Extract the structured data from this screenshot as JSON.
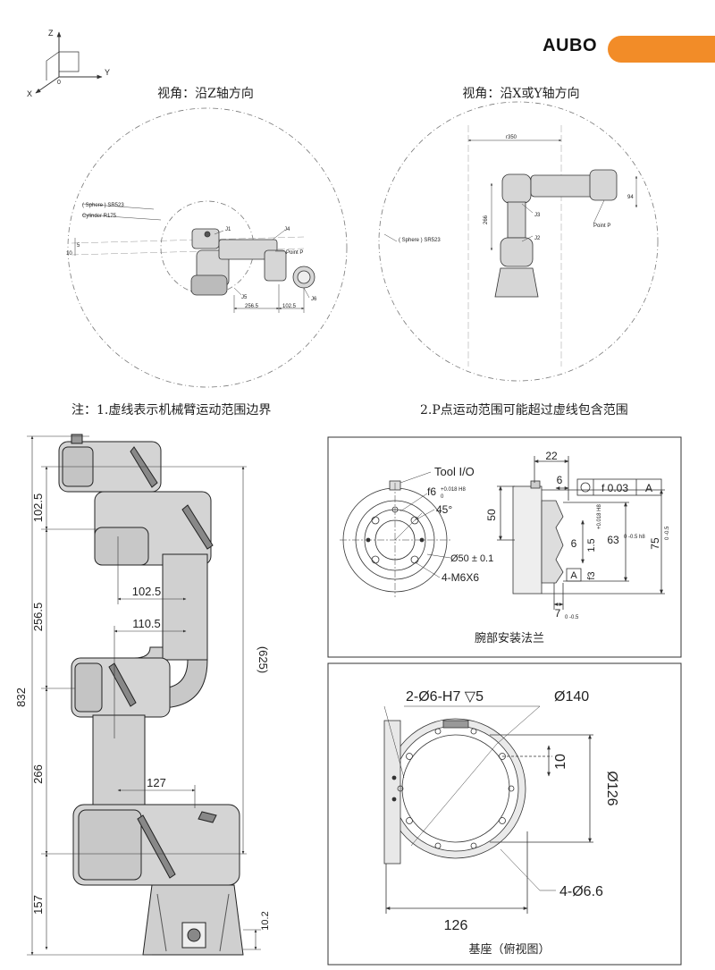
{
  "brand": {
    "name": "AUBO",
    "color": "#F28C28"
  },
  "axes_icon": {
    "z": "Z",
    "y": "Y",
    "x": "X",
    "origin": "0"
  },
  "top_views": {
    "left_caption": "视角：沿Z轴方向",
    "right_caption": "视角：沿X或Y轴方向",
    "left_labels": {
      "sphere": "( Sphere ) SR523",
      "cylinder": "Cylinder R175",
      "j1": "J1",
      "j4": "J4",
      "j5": "J5",
      "j6": "J6",
      "point_p": "Point P",
      "dim_5": "5",
      "dim_10": "10",
      "dim_256_5": "256.5",
      "dim_102_5": "102.5"
    },
    "right_labels": {
      "r350": "r350",
      "j3": "J3",
      "j2": "J2",
      "point_p": "Point P",
      "dim_94": "94",
      "dim_266": "266",
      "sphere": "( Sphere ) SR523"
    }
  },
  "notes": {
    "note1": "注：1.虚线表示机械臂运动范围边界",
    "note2": "2.P点运动范围可能超过虚线包含范围"
  },
  "side_view": {
    "dim_102_5_v": "102.5",
    "dim_256_5": "256.5",
    "dim_832": "832",
    "dim_266": "266",
    "dim_157": "157",
    "dim_625": "(625)",
    "dim_102_5_h": "102.5",
    "dim_110_5": "110.5",
    "dim_127": "127",
    "dim_10_2": "10.2"
  },
  "flange": {
    "caption": "腕部安装法兰",
    "tool_io": "Tool I/O",
    "f6": "f6",
    "f6_tol": "+0.018 H8",
    "f6_tol_low": "0",
    "angle": "45°",
    "dia50": "Ø50 ± 0.1",
    "m6": "4-M6X6",
    "dim_22": "22",
    "dim_6_top": "6",
    "tol_box_value": "f 0.03",
    "tol_box_ref": "A",
    "dim_50": "50",
    "dim_6": "6",
    "dim_63": "63",
    "dim_63_tol": "0 -0.5 h8",
    "dim_75": "75",
    "dim_75_tol": "0 -0.5",
    "dim_f3": "f3",
    "dim_1_5": "1.5",
    "dim_1_5_tol": "+0.018 H8",
    "ref_a": "A",
    "dim_7": "7",
    "dim_7_tol": "0 -0.5"
  },
  "base": {
    "caption": "基座（俯视图）",
    "holes": "2-Ø6-H7 ▽5",
    "dia140": "Ø140",
    "dim_10": "10",
    "dia126": "Ø126",
    "dim_126": "126",
    "holes_small": "4-Ø6.6"
  }
}
